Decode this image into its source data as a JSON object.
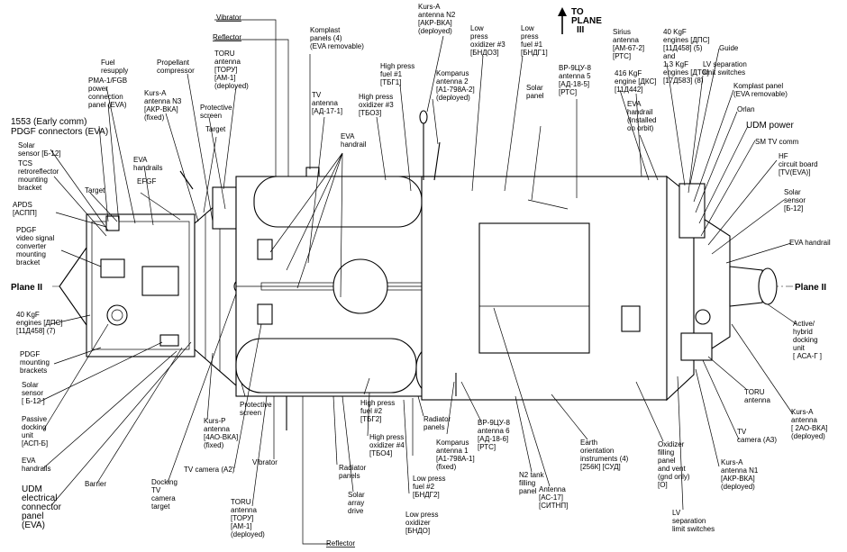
{
  "labels": {
    "early_comm": [
      "1553 (Early comm)",
      "PDGF connectors (EVA)"
    ],
    "solar_sensor_top": [
      "Solar",
      "sensor [Б-12]"
    ],
    "tcs": [
      "TCS",
      "retroreflector",
      "mounting",
      "bracket"
    ],
    "apds": [
      "APDS",
      "[АСПП]"
    ],
    "pdgf_video": [
      "PDGF",
      "video signal",
      "converter",
      "mounting",
      "bracket"
    ],
    "plane_ii_left": "Plane II",
    "kgf_left": [
      "40 KgF",
      "engines [ДПС]",
      "[11Д458] (7)"
    ],
    "pdgf_brackets": [
      "PDGF",
      "mounting",
      "brackets"
    ],
    "solar_sensor_left": [
      "Solar",
      "sensor",
      "[ Б-12 ]"
    ],
    "passive_dock": [
      "Passive",
      "docking",
      "unit",
      "[АСП-Б]"
    ],
    "eva_handrails_left": [
      "EVA",
      "handrails"
    ],
    "udm_connector": [
      "UDM",
      "electrical",
      "connector",
      "panel",
      "(EVA)"
    ],
    "pma": [
      "PMA-1/FGB",
      "power",
      "connection",
      "panel (EVA)"
    ],
    "fuel_resupply": [
      "Fuel",
      "resupply"
    ],
    "target_left": "Target",
    "eva_handrails_mid": [
      "EVA",
      "handrails"
    ],
    "efgf": "EFGF",
    "kurs_n3": [
      "Kurs-A",
      "antenna N3",
      "[АКР-ВКА]",
      "(fixed)"
    ],
    "propellant": [
      "Propellant",
      "compressor"
    ],
    "protective_top": [
      "Protective",
      "screen"
    ],
    "target_top": "Target",
    "vibrator_top": "Vibrator",
    "reflector_top": "Reflector",
    "toru_top": [
      "TORU",
      "antenna",
      "[ТОРУ]",
      "[AM-1]",
      "(deployed)"
    ],
    "komplast_top": [
      "Komplast",
      "panels (4)",
      "(EVA removable)"
    ],
    "tv_antenna": [
      "TV",
      "antenna",
      "[АД-17-1]"
    ],
    "eva_handrail_top": [
      "EVA",
      "handrail"
    ],
    "hp_oxid3": [
      "High press",
      "oxidizer #3",
      "[ТБО3]"
    ],
    "hp_fuel1": [
      "High press",
      "fuel #1",
      "[ТБГ1]"
    ],
    "kurs_n2": [
      "Kurs-A",
      "antenna N2",
      "[АКР-ВКА]",
      "(deployed)"
    ],
    "komparus2": [
      "Komparus",
      "antenna 2",
      "[А1-798А-2]",
      "(deployed)"
    ],
    "lp_oxid3": [
      "Low",
      "press",
      "oxidizer #3",
      "[БНДО3]"
    ],
    "lp_fuel1": [
      "Low",
      "press",
      "fuel #1",
      "[БНДГ1]"
    ],
    "to_plane3": [
      "TO",
      "PLANE",
      "III"
    ],
    "vr9_5": [
      "ВР-9ЦУ-8",
      "antenna 5",
      "[АД-18-5]",
      "[РТС]"
    ],
    "solar_panel": [
      "Solar",
      "panel"
    ],
    "sirius": [
      "Sirius",
      "antenna",
      "[АМ-67-2]",
      "[РТС]"
    ],
    "kgf416": [
      "416 KgF",
      "engine [ДКС]",
      "[11Д442]"
    ],
    "eva_handrail_orbit": [
      "EVA",
      "handrail",
      "(Installed",
      "on orbit)"
    ],
    "kgf40_right": [
      "40 KgF",
      "engines [ДПС]",
      "[11Д458] (5)",
      "and",
      "1.3 KgF",
      "engines [ДТС]",
      "[17Д58З] (8)"
    ],
    "guide": "Guide",
    "lv_sep_top": [
      "LV separation",
      "limit switches"
    ],
    "komplast_right": [
      "Komplast panel",
      "(EVA removable)"
    ],
    "orlan": "Orlan",
    "udm_power": "UDM power",
    "sm_tv": "SM TV comm",
    "hf_board": [
      "HF",
      "circuit board",
      "[TV(EVA)]"
    ],
    "solar_sensor_right": [
      "Solar",
      "sensor",
      "[Б-12]"
    ],
    "eva_handrail_right": "EVA handrail",
    "plane_ii_right": "Plane II",
    "active_dock": [
      "Active/",
      "hybrid",
      "docking",
      "unit",
      "[ АСА-Г ]"
    ],
    "toru_right": [
      "TORU",
      "antenna"
    ],
    "kurs_a_right": [
      "Kurs-A",
      "antenna",
      "[ 2АО-ВКА]",
      "(deployed)"
    ],
    "tv_camera_a3": [
      "TV",
      "camera (A3)"
    ],
    "kurs_n1": [
      "Kurs-A",
      "antenna N1",
      "[АКР-ВКА]",
      "(deployed)"
    ],
    "lv_sep_bottom": [
      "LV",
      "separation",
      "limit switches"
    ],
    "oxidizer_fill": [
      "Oxidizer",
      "filling",
      "panel",
      "and vent",
      "(gnd only)",
      "[О]"
    ],
    "earth_orient": [
      "Earth",
      "orientation",
      "instruments (4)",
      "[256К] [СУД]"
    ],
    "antenna_ac17": [
      "Antenna",
      "[АС-17]",
      "[СИТНП]"
    ],
    "n2_tank": [
      "N2 tank",
      "filling",
      "panel"
    ],
    "vr9_6": [
      "ВР-9ЦУ-8",
      "antenna 6",
      "[АД-18-6]",
      "[РТС]"
    ],
    "komparus1": [
      "Komparus",
      "antenna 1",
      "[А1-798А-1]",
      "(fixed)"
    ],
    "radiator_right": [
      "Radiator",
      "panels"
    ],
    "lp_fuel2": [
      "Low press",
      "fuel #2",
      "[БНДГ2]"
    ],
    "lp_oxid": [
      "Low press",
      "oxidizer",
      "[БНДО]"
    ],
    "hp_fuel2": [
      "High press",
      "fuel #2",
      "[ТБГ2]"
    ],
    "hp_oxid4": [
      "High press",
      "oxidizer #4",
      "[ТБО4]"
    ],
    "radiator_left": [
      "Radiator",
      "panels"
    ],
    "solar_drive": [
      "Solar",
      "array",
      "drive"
    ],
    "reflector_bottom": "Reflector",
    "vibrator_bottom": "Vibrator",
    "protective_bottom": [
      "Protective",
      "screen"
    ],
    "kurs_p": [
      "Kurs-P",
      "antenna",
      "[4АО-ВКА]",
      "(fixed)"
    ],
    "tv_camera_a2": "TV camera (A2)",
    "toru_bottom": [
      "TORU",
      "antenna",
      "[ТОРУ]",
      "[AM-1]",
      "(deployed)"
    ],
    "docking_tv": [
      "Docking",
      "TV",
      "camera",
      "target"
    ],
    "barrier": "Barrier"
  }
}
